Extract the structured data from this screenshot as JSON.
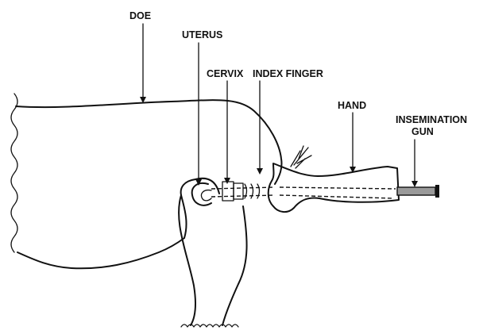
{
  "labels": {
    "doe": "DOE",
    "uterus": "UTERUS",
    "cervix": "CERVIX",
    "index_finger": "INDEX FINGER",
    "hand": "HAND",
    "insemination_gun_line1": "INSEMINATION",
    "insemination_gun_line2": "GUN"
  },
  "colors": {
    "ink": "#111111",
    "background": "#ffffff",
    "gun_fill": "#9a9a9a"
  }
}
